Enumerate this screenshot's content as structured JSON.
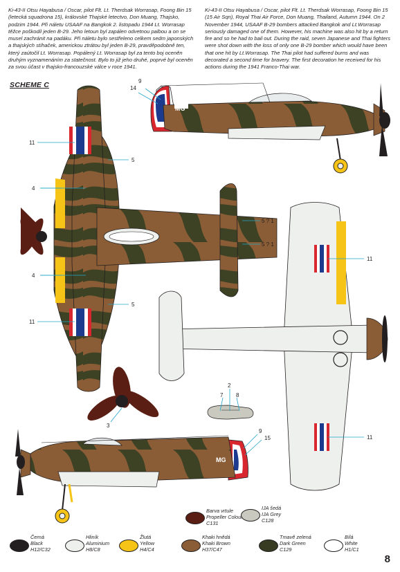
{
  "captions": {
    "czech": "Ki-43-II Otsu Hayabusa / Oscar, pilot Flt. Lt. Therdsak Worrasap, Foong Bin 15 (letecká squadrona 15), královské Thajské letectvo, Don Muang, Thajsko, podzim 1944. Při náletu USAAF na Bangkok 2. listopadu 1944 Lt. Worrasap těžce poškodil jeden B-29. Jeho letoun byl zapálen odvetnou palbou a on se musel zachránit na padáku. Při náletu bylo sestřeleno celkem sedm japonských a thajských stíhaček, americkou ztrátou byl jeden B-29, pravděpodobně ten, který zaútočil Lt. Worrasap. Popálený Lt. Worrasap byl za tento boj oceněn druhým vyznamenáním za statečnost. Bylo to již jeho druhé, poprvé byl oceněn za svou účast v thajsko-francouzské válce v roce 1941.",
    "english": "Ki-43-II Otsu Hayabusa / Oscar, pilot Flt. Lt. Therdsak Worrasap, Foong Bin 15 (15 Air Sqn), Royal Thai Air Force, Don Muang, Thailand, Autumn 1944. On 2 November 1944, USAAF B-29 bombers attacked Bangkok and Lt.Worrasap seriously damaged one of them. However, his machine was also hit by a return fire and so he had to bail out. During the raid, seven Japanese and Thai fighters were shot down with the loss of only one B-29 bomber which would have been that one hit by Lt.Worrasap. The Thai pilot had suffered burns and was decorated a second time for bravery. The first decoration he received for his actions during the 1941 Franco-Thai war."
  },
  "scheme_label": "SCHEME C",
  "tail_code": "MG",
  "callouts": {
    "c9a": "9",
    "c14": "14",
    "c11a": "11",
    "c5a": "5",
    "c4a": "4",
    "c71a": "5 ? 1",
    "c71b": "5 ? 1",
    "c4b": "4",
    "c5b": "5",
    "c11b": "11",
    "c11c": "11",
    "c11d": "11",
    "c3": "3",
    "c2": "2",
    "c7": "7",
    "c8": "8",
    "c9b": "9",
    "c15": "15"
  },
  "colors": {
    "black": "#231f20",
    "aluminium": "#eef0ee",
    "yellow": "#f5c417",
    "khaki_brown": "#8b5d36",
    "dark_green": "#363b22",
    "white": "#ffffff",
    "propeller": "#5a1e14",
    "ija_grey": "#c9c9bf",
    "thai_red": "#d8272e",
    "thai_blue": "#1c3b8f"
  },
  "legend": [
    {
      "cz": "Černá",
      "en": "Black",
      "code": "H12/C32",
      "color": "#231f20"
    },
    {
      "cz": "Hliník",
      "en": "Aluminium",
      "code": "H8/C8",
      "color": "#eef0ee"
    },
    {
      "cz": "Žlutá",
      "en": "Yellow",
      "code": "H4/C4",
      "color": "#f5c417"
    },
    {
      "cz": "Khaki  hnědá",
      "en": "Khaki Brown",
      "code": "H37/C47",
      "color": "#8b5d36"
    },
    {
      "cz": "Tmavě zelená",
      "en": "Dark Green",
      "code": "C129",
      "color": "#363b22"
    },
    {
      "cz": "Bílá",
      "en": "White",
      "code": "H1/C1",
      "color": "#ffffff"
    }
  ],
  "legend_top": [
    {
      "cz": "Barva vrtule",
      "en": "Propeller Colour",
      "code": "C131",
      "color": "#5a1e14"
    },
    {
      "cz": "IJA šedá",
      "en": "IJA Grey",
      "code": "C128",
      "color": "#c9c9bf"
    }
  ],
  "page_number": "8"
}
